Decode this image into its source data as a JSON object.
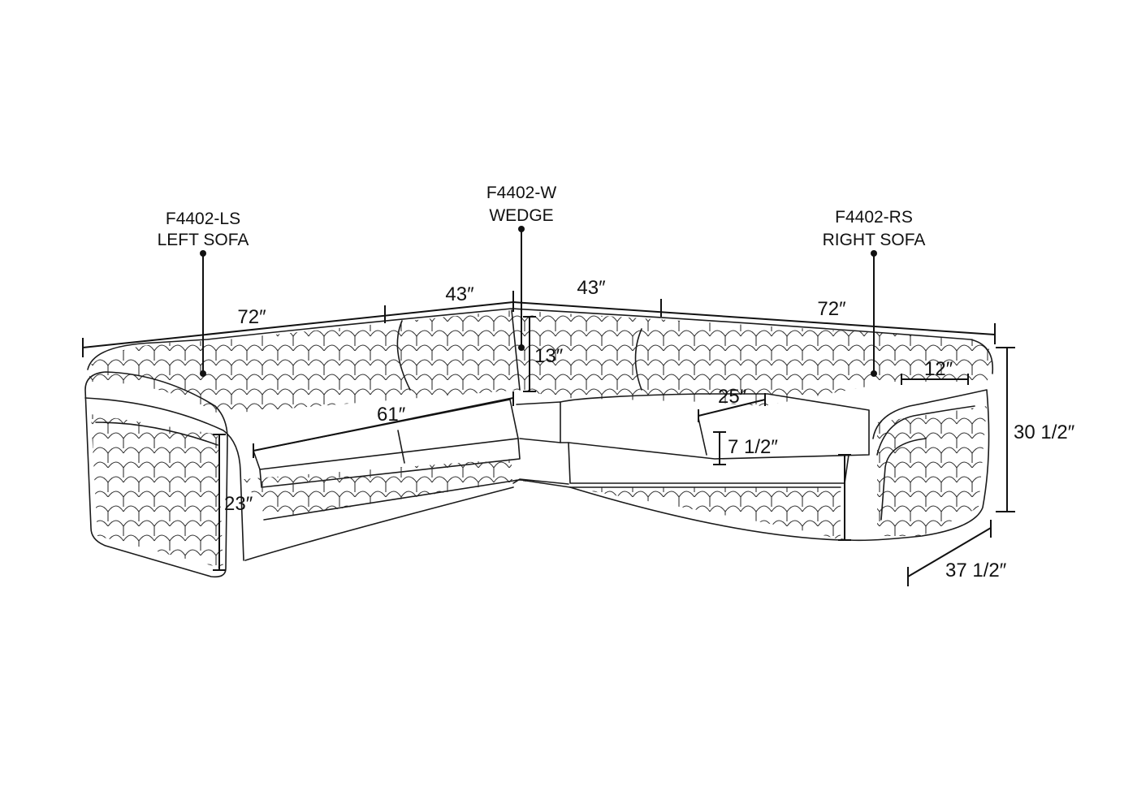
{
  "parts": {
    "left_sofa": {
      "code": "F4402-LS",
      "name": "LEFT SOFA"
    },
    "wedge": {
      "code": "F4402-W",
      "name": "WEDGE"
    },
    "right_sofa": {
      "code": "F4402-RS",
      "name": "RIGHT SOFA"
    }
  },
  "dimensions": {
    "left_length": "72″",
    "wedge_left": "43″",
    "wedge_right": "43″",
    "right_length": "72″",
    "back_height": "13″",
    "arm_width": "12″",
    "seat_width": "61″",
    "seat_depth": "25″",
    "cushion_height": "7 1/2″",
    "total_height": "30 1/2″",
    "seat_height": "23″",
    "total_depth": "37 1/2″"
  },
  "colors": {
    "line": "#1a1a1a",
    "background": "#ffffff"
  }
}
